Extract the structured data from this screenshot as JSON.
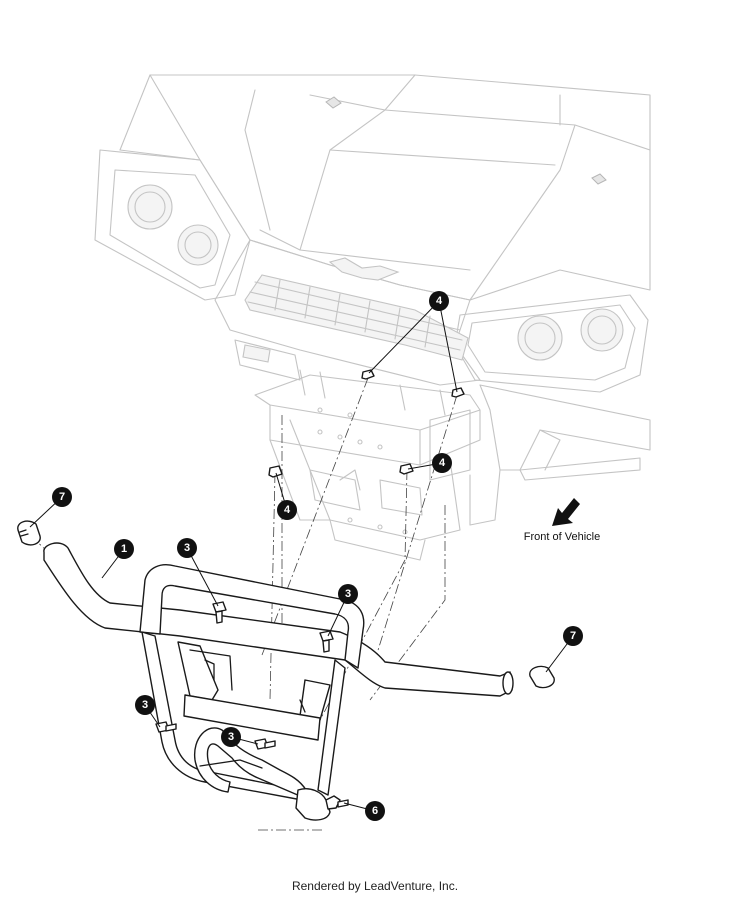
{
  "diagram": {
    "front_label": "Front of Vehicle",
    "callouts": {
      "c1": "1",
      "c3a": "3",
      "c3b": "3",
      "c3c": "3",
      "c3d": "3",
      "c4a": "4",
      "c4b": "4",
      "c4c": "4",
      "c6": "6",
      "c7a": "7",
      "c7b": "7"
    }
  },
  "footer": {
    "text": "Rendered by LeadVenture, Inc."
  },
  "colors": {
    "ghost_stroke": "#c4c4c4",
    "part_stroke": "#1a1a1a",
    "callout_fill": "#111111"
  }
}
